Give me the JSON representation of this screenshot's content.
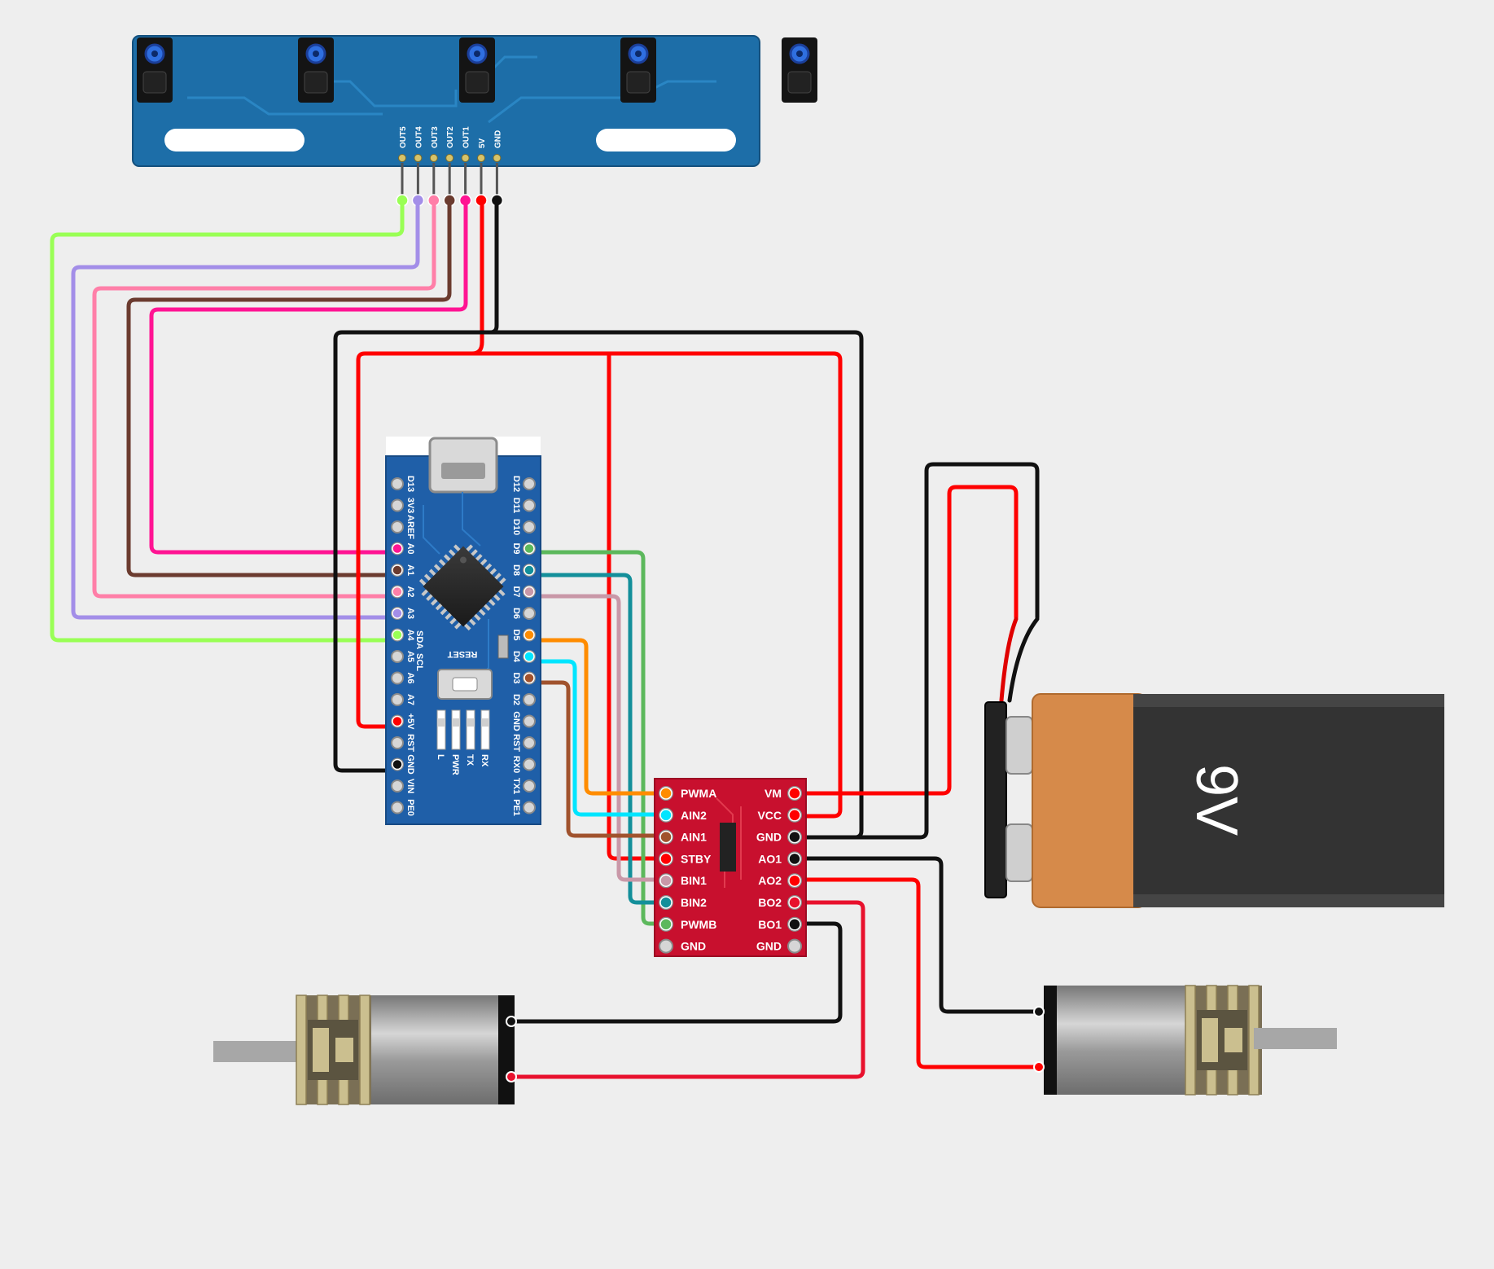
{
  "colors": {
    "background": "#eeeeee",
    "sensor_board": "#1d6ea8",
    "nano_board": "#1f5fa8",
    "driver_board": "#c8102e",
    "battery_orange": "#d68a4a",
    "battery_dark": "#333333",
    "wire_green": "#99ff55",
    "wire_purple": "#a38ee8",
    "wire_pink": "#ff7fa8",
    "wire_brown": "#6b3b2f",
    "wire_magenta": "#ff1493",
    "wire_red": "#ff0000",
    "wire_black": "#111111",
    "wire_dgreen": "#5cb85c",
    "wire_teal": "#138f9a",
    "wire_mauve": "#c998a8",
    "wire_orange": "#ff8c00",
    "wire_cyan": "#00e5ff",
    "wire_sienna": "#a0522d"
  },
  "sensor": {
    "pins": [
      "OUT5",
      "OUT4",
      "OUT3",
      "OUT2",
      "OUT1",
      "5V",
      "GND"
    ]
  },
  "nano": {
    "left_pins": [
      "D13",
      "3V3",
      "AREF",
      "A0",
      "A1",
      "A2",
      "A3",
      "A4",
      "A5",
      "A6",
      "A7",
      "+5V",
      "RST",
      "GND",
      "VIN",
      "PE0"
    ],
    "right_pins": [
      "D12",
      "D11",
      "D10",
      "D9",
      "D8",
      "D7",
      "D6",
      "D5",
      "D4",
      "D3",
      "D2",
      "GND",
      "RST",
      "RX0",
      "TX1",
      "PE1"
    ],
    "left_extra": [
      "SDA",
      "SCL"
    ],
    "reset_label": "RESET",
    "led_labels": [
      "L",
      "PWR",
      "TX",
      "RX"
    ]
  },
  "driver": {
    "left_pins": [
      "PWMA",
      "AIN2",
      "AIN1",
      "STBY",
      "BIN1",
      "BIN2",
      "PWMB",
      "GND"
    ],
    "right_pins": [
      "VM",
      "VCC",
      "GND",
      "AO1",
      "AO2",
      "BO2",
      "BO1",
      "GND"
    ]
  },
  "battery": {
    "label": "9V"
  },
  "motors": [
    {
      "name": "motor-left"
    },
    {
      "name": "motor-right"
    }
  ]
}
